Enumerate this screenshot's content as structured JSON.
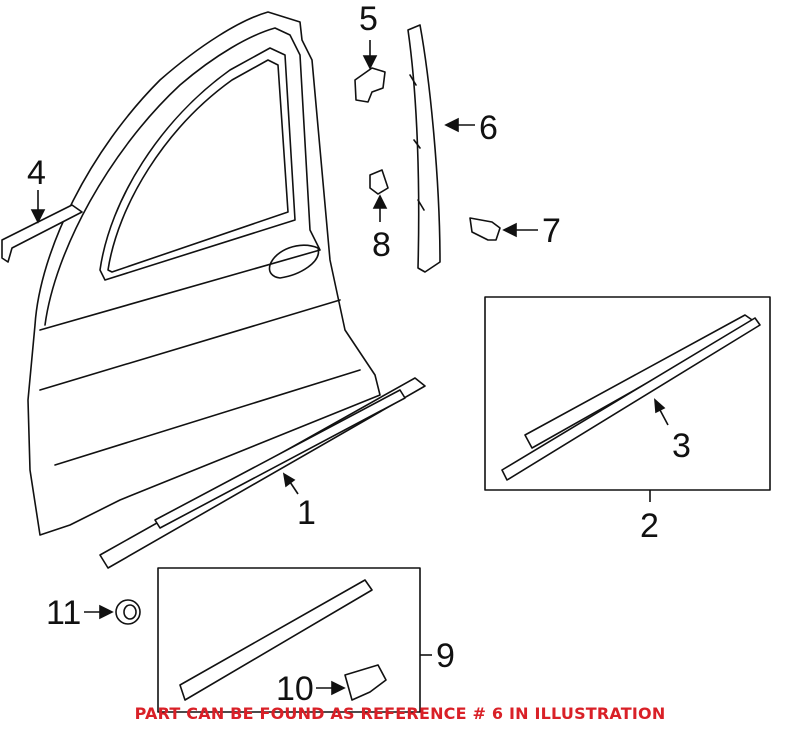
{
  "callouts": {
    "c1": "1",
    "c2": "2",
    "c3": "3",
    "c4": "4",
    "c5": "5",
    "c6": "6",
    "c7": "7",
    "c8": "8",
    "c9": "9",
    "c10": "10",
    "c11": "11"
  },
  "note": "PART CAN BE FOUND AS REFERENCE # 6 IN ILLUSTRATION",
  "colors": {
    "note": "#d92027",
    "lines": "#111111"
  }
}
